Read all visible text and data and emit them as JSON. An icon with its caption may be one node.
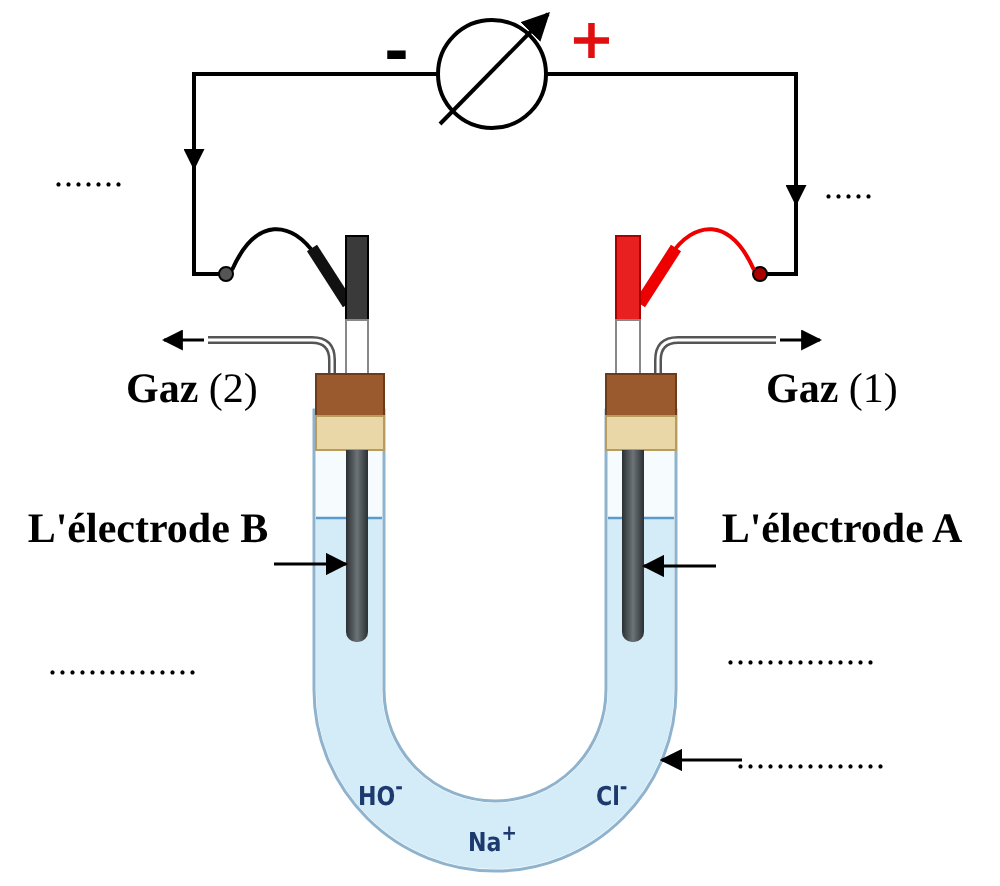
{
  "diagram": {
    "nodes": [
      {
        "text": [],
        "shape": "tube"
      },
      {
        "text": [
          "L'électrode B"
        ]
      },
      {
        "text": [],
        "shape": "bar",
        "in": 0
      },
      {
        "text": [
          "L'électrode A"
        ]
      },
      {
        "text": [],
        "shape": "bar",
        "in": 0
      },
      {
        "text": [
          "..............."
        ]
      }
    ],
    "edges": [
      {
        "from": 1,
        "to": 2,
        "arrow": "to"
      },
      {
        "from": 3,
        "to": 4,
        "arrow": "to"
      },
      {
        "from": 5,
        "to": 0,
        "arrow": "to"
      }
    ],
    "labels": [
      "-",
      "+",
      ".......",
      ".....",
      "**Gaz** (2)",
      "**Gaz** (1)",
      "...............",
      "...............",
      "HO$^{-}$",
      "Cl$^{-}$",
      "Na$^{+}$"
    ]
  }
}
